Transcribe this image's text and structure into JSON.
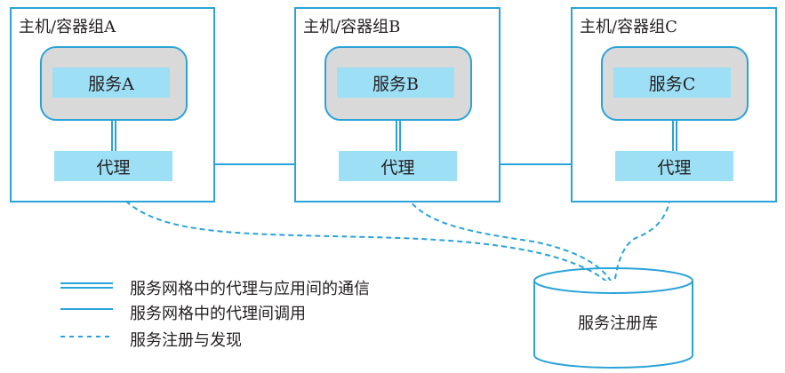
{
  "colors": {
    "line": "#2aa3d8",
    "box_fill": "#9ddff5",
    "service_bg": "#d9d9d9",
    "text": "#231f20"
  },
  "hosts": [
    {
      "label": "主机/容器组A",
      "service": "服务A",
      "proxy": "代理"
    },
    {
      "label": "主机/容器组B",
      "service": "服务B",
      "proxy": "代理"
    },
    {
      "label": "主机/容器组C",
      "service": "服务C",
      "proxy": "代理"
    }
  ],
  "registry": {
    "label": "服务注册库"
  },
  "legend": [
    {
      "style": "double-line",
      "label": "服务网格中的代理与应用间的通信"
    },
    {
      "style": "solid-line",
      "label": "服务网格中的代理间调用"
    },
    {
      "style": "dashed-line",
      "label": "服务注册与发现"
    }
  ]
}
